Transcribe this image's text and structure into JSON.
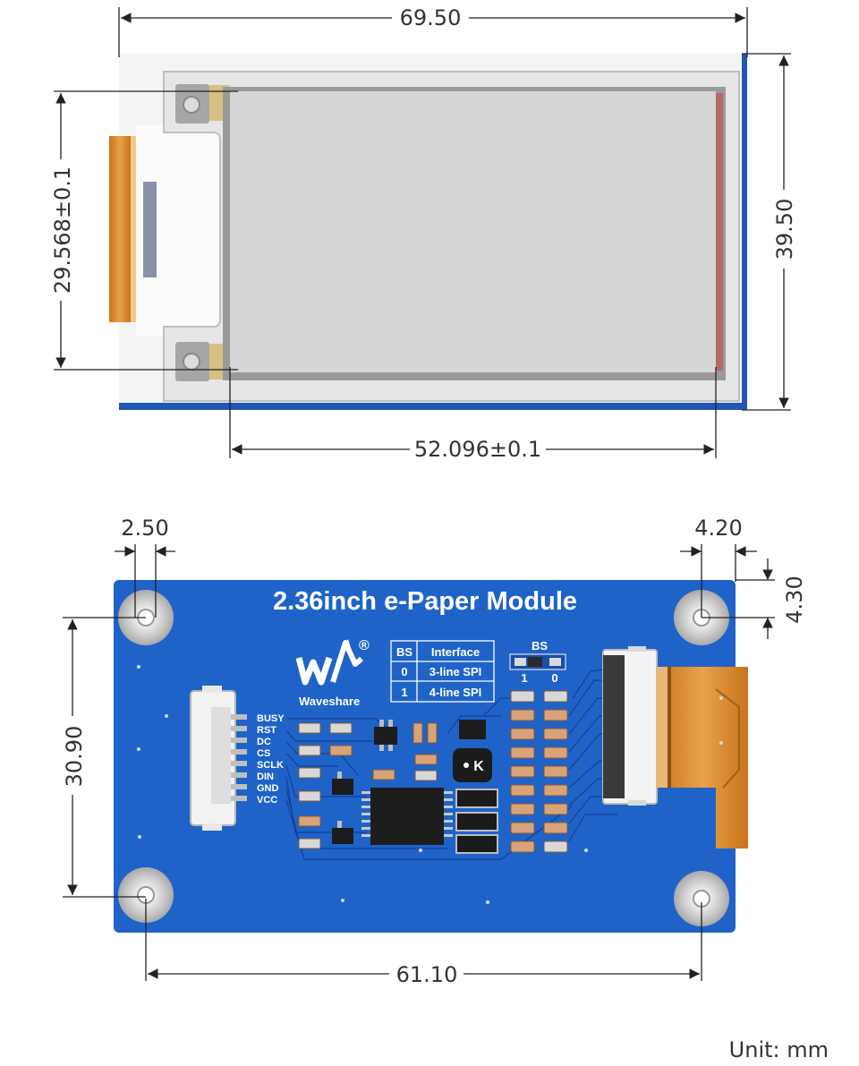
{
  "dimensions": {
    "top_width": "69.50",
    "top_height": "39.50",
    "active_height": "29.568±0.1",
    "active_width": "52.096±0.1",
    "hole_offset_left": "2.50",
    "hole_offset_right": "4.20",
    "hole_offset_top": "4.30",
    "hole_pitch_vertical": "30.90",
    "hole_pitch_horizontal": "61.10"
  },
  "pcb": {
    "title": "2.36inch e-Paper Module",
    "brand": "Waveshare",
    "registered_mark": "®",
    "pins": [
      "BUSY",
      "RST",
      "DC",
      "CS",
      "SCLK",
      "DIN",
      "GND",
      "VCC"
    ],
    "bs_table": {
      "headers": [
        "BS",
        "Interface"
      ],
      "rows": [
        [
          "0",
          "3-line SPI"
        ],
        [
          "1",
          "4-line SPI"
        ]
      ]
    },
    "bs_switch": {
      "label": "BS",
      "left": "1",
      "right": "0"
    },
    "inductor_mark": "K"
  },
  "unit_label": "Unit: mm",
  "colors": {
    "pcb_blue": "#1f63c9",
    "flex_orange": "#d98a2b",
    "screen_gray": "#d6d6d6",
    "frame_blue": "#2356b0"
  }
}
